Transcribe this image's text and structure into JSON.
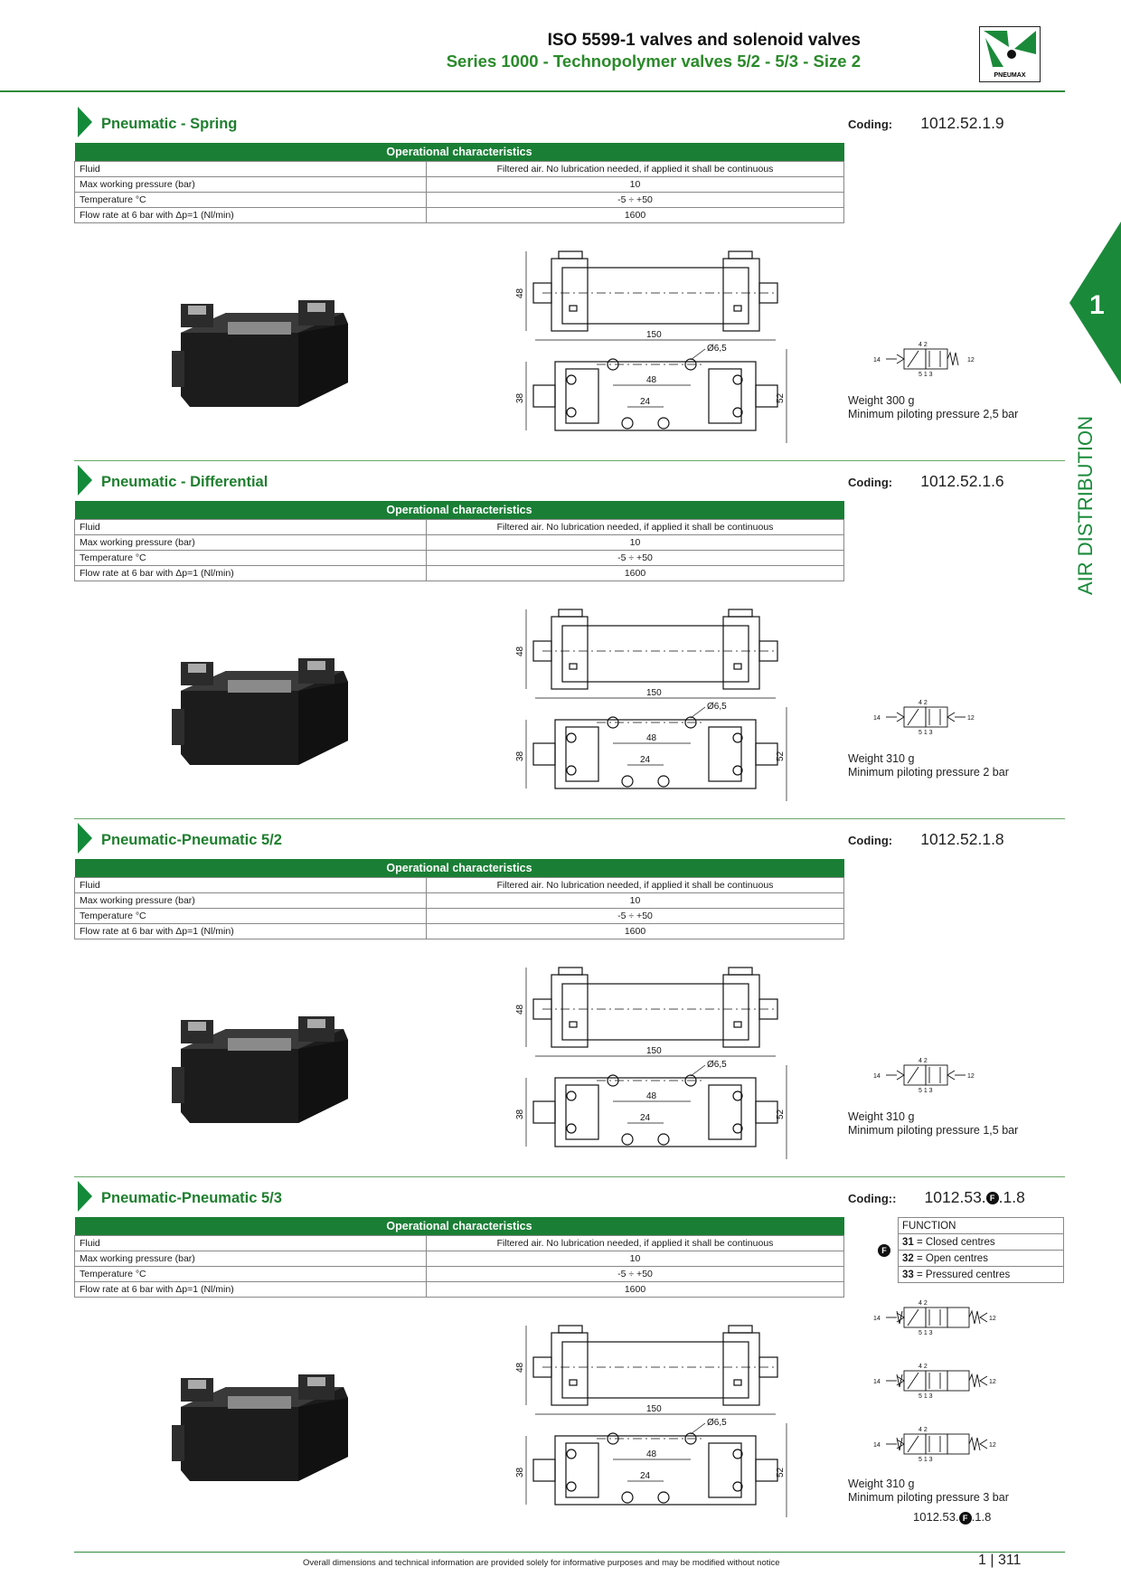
{
  "header": {
    "title": "ISO 5599-1 valves and solenoid valves",
    "subtitle": "Series 1000 - Technopolymer valves 5/2 - 5/3 - Size 2",
    "logo_text": "PNEUMAX"
  },
  "side_tab": {
    "number": "1",
    "label": "AIR DISTRIBUTION"
  },
  "colors": {
    "green": "#1a7f35",
    "light_green": "#2e8b3a"
  },
  "table_header": "Operational characteristics",
  "rows_labels": [
    "Fluid",
    "Max working pressure (bar)",
    "Temperature °C",
    "Flow rate at 6 bar with Δp=1 (Nl/min)"
  ],
  "sections": [
    {
      "title": "Pneumatic - Spring",
      "coding_label": "Coding:",
      "coding": "1012.52.1.9",
      "values": [
        "Filtered air. No lubrication needed, if applied it shall be continuous",
        "10",
        "-5 ÷ +50",
        "1600"
      ],
      "weight": "Weight 300 g",
      "pilot": "Minimum piloting pressure 2,5 bar"
    },
    {
      "title": "Pneumatic - Differential",
      "coding_label": "Coding:",
      "coding": "1012.52.1.6",
      "values": [
        "Filtered air. No lubrication needed, if applied it shall be continuous",
        "10",
        "-5 ÷ +50",
        "1600"
      ],
      "weight": "Weight 310 g",
      "pilot": "Minimum piloting pressure 2 bar"
    },
    {
      "title": "Pneumatic-Pneumatic 5/2",
      "coding_label": "Coding:",
      "coding": "1012.52.1.8",
      "values": [
        "Filtered air. No lubrication needed, if applied it shall be continuous",
        "10",
        "-5 ÷ +50",
        "1600"
      ],
      "weight": "Weight 310 g",
      "pilot": "Minimum piloting pressure 1,5 bar"
    },
    {
      "title": "Pneumatic-Pneumatic 5/3",
      "coding_label": "Coding::",
      "coding_pre": "1012.53.",
      "coding_post": ".1.8",
      "values": [
        "Filtered air. No lubrication needed, if applied it shall be continuous",
        "10",
        "-5 ÷ +50",
        "1600"
      ],
      "weight": "Weight 310 g",
      "pilot": "Minimum piloting pressure 3 bar",
      "code_bottom_pre": "1012.53.",
      "code_bottom_post": ".1.8"
    }
  ],
  "function_table": {
    "badge": "F",
    "header": "FUNCTION",
    "items": [
      {
        "code": "31",
        "label": "= Closed centres"
      },
      {
        "code": "32",
        "label": "= Open centres"
      },
      {
        "code": "33",
        "label": "= Pressured centres"
      }
    ]
  },
  "dims": {
    "d150": "150",
    "d48": "48",
    "d24": "24",
    "d38": "38",
    "d52": "52",
    "dia": "Ø6,5",
    "h48": "48"
  },
  "symbol_labels": {
    "p14": "14",
    "p12": "12",
    "p42": "4  2",
    "p513": "5 1 3"
  },
  "footer": {
    "note": "Overall dimensions and technical information are provided solely for informative purposes and may be modified without notice",
    "page": "1 | 311"
  }
}
